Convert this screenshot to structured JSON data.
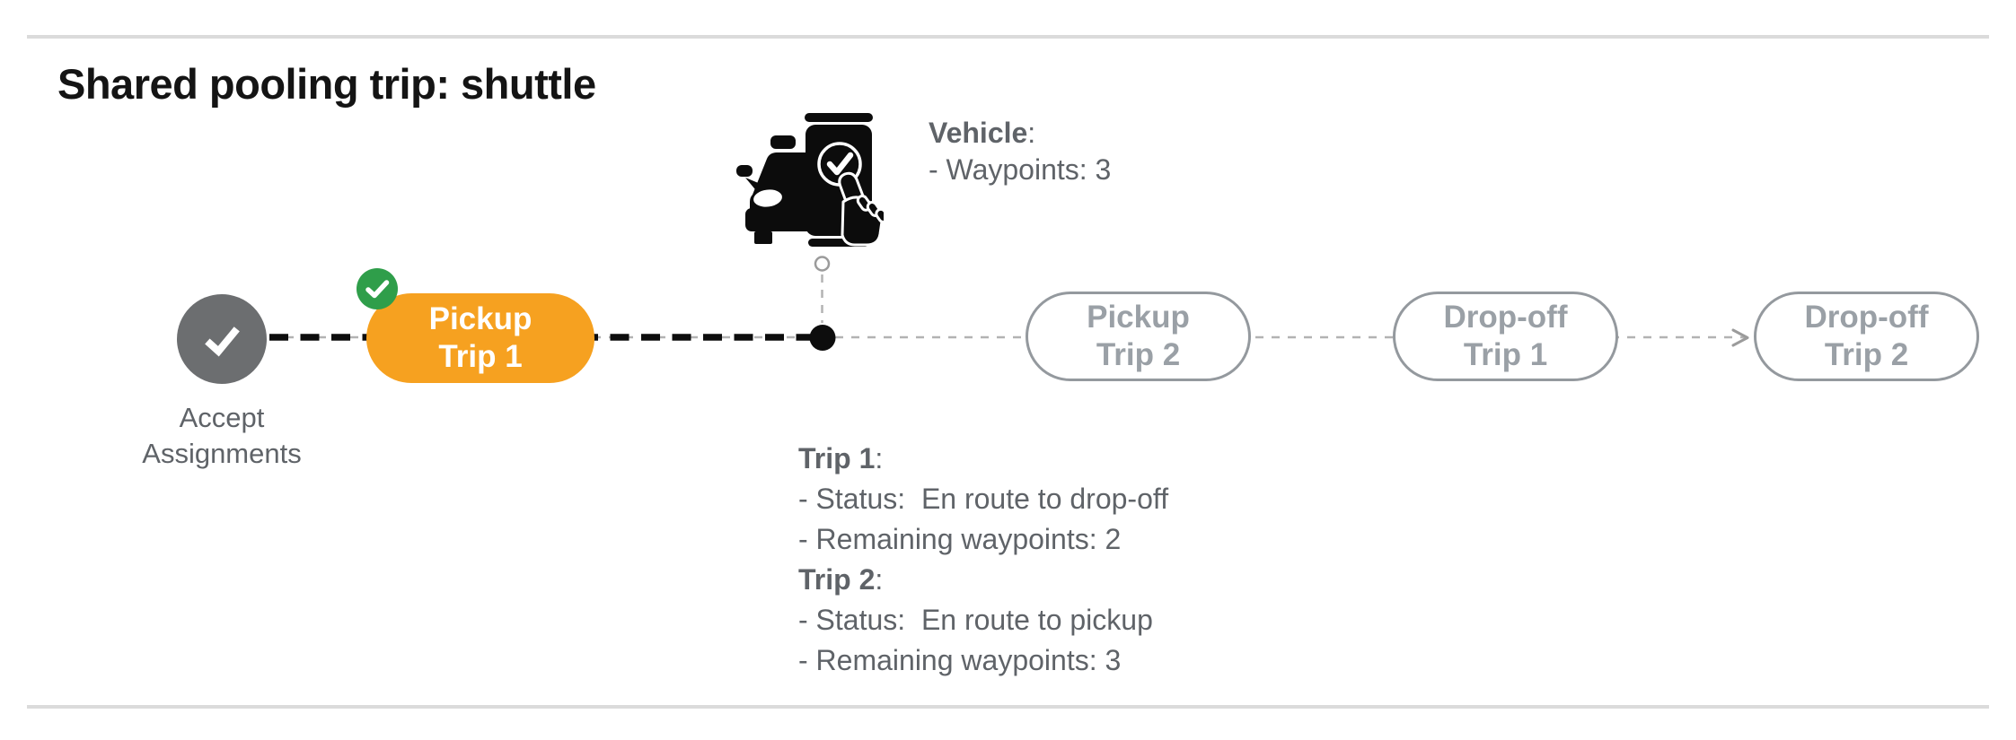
{
  "title": "Shared pooling trip: shuttle",
  "colors": {
    "active_stage_fill": "#f6a120",
    "active_stage_text": "#ffffff",
    "completed_badge_green": "#2f9e4a",
    "completed_node_gray": "#6c6e70",
    "pending_stage_outline": "#94999e",
    "pending_stage_text": "#9aa0a6",
    "info_text_gray": "#5f6368",
    "traveled_route_black": "#0d0d0d",
    "planned_route_gray": "#b3b3b3",
    "divider_gray": "#dbdbdb"
  },
  "start_node": {
    "icon": "check-icon",
    "lines": [
      "Accept",
      "Assignments"
    ]
  },
  "stages": [
    {
      "id": "pickup-trip-1",
      "state": "active",
      "lines": [
        "Pickup",
        "Trip 1"
      ]
    },
    {
      "id": "pickup-trip-2",
      "state": "pending",
      "lines": [
        "Pickup",
        "Trip 2"
      ]
    },
    {
      "id": "dropoff-trip-1",
      "state": "pending",
      "lines": [
        "Drop-off",
        "Trip 1"
      ]
    },
    {
      "id": "dropoff-trip-2",
      "state": "pending",
      "lines": [
        "Drop-off",
        "Trip 2"
      ]
    }
  ],
  "vehicle_info": {
    "name": "Vehicle",
    "suffix": ":",
    "lines": [
      "- Waypoints: 3"
    ]
  },
  "trip_info": {
    "sections": [
      {
        "name": "Trip 1",
        "suffix": ":",
        "lines": [
          "- Status:  En route to drop-off",
          "- Remaining waypoints: 2"
        ]
      },
      {
        "name": "Trip 2",
        "suffix": ":",
        "lines": [
          "- Status:  En route to pickup",
          "- Remaining waypoints: 3"
        ]
      }
    ]
  }
}
